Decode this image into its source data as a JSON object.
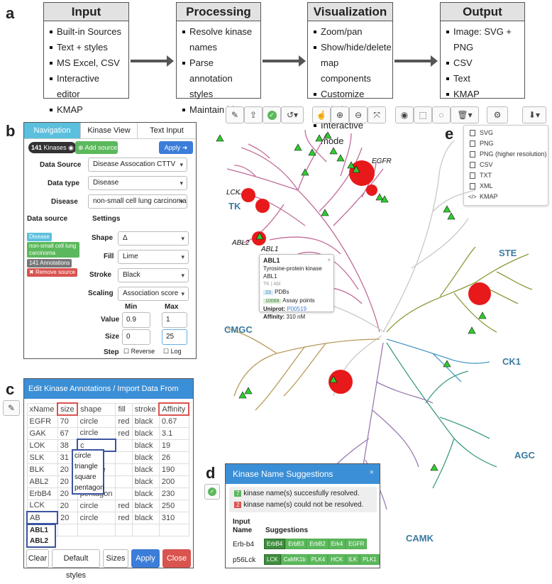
{
  "panel_labels": {
    "a": "a",
    "b": "b",
    "c": "c",
    "d": "d",
    "e": "e"
  },
  "pipeline": [
    {
      "title": "Input",
      "items": [
        "Built-in Sources",
        "Text + styles",
        "MS Excel, CSV",
        "Interactive editor",
        "KMAP"
      ]
    },
    {
      "title": "Processing",
      "items": [
        "Resolve kinase names",
        "Parse annotation styles",
        "Maintain history"
      ]
    },
    {
      "title": "Visualization",
      "items": [
        "Zoom/pan",
        "Show/hide/delete map components",
        "Customize Labels",
        "Interactive mode"
      ]
    },
    {
      "title": "Output",
      "items": [
        "Image: SVG + PNG",
        "CSV",
        "Text",
        "KMAP"
      ]
    }
  ],
  "nav": {
    "tabs": [
      "Navigation",
      "Kinase View",
      "Text Input"
    ],
    "count": "141",
    "kinases_label": "Kinases",
    "add_source": "Add source",
    "apply": "Apply",
    "data_source_label": "Data Source",
    "data_source_value": "Disease Assocation CTTV",
    "data_type_label": "Data type",
    "data_type_value": "Disease",
    "disease_label": "Disease",
    "disease_value": "non-small cell lung carcinoma",
    "col_data_source": "Data source",
    "col_settings": "Settings",
    "tag_disease": "Disease",
    "tag_name": "non-small cell lung carcinoma",
    "tag_annotations": "141 Annotations",
    "remove_source": "Remove source",
    "shape_label": "Shape",
    "shape_value": "Δ",
    "fill_label": "Fill",
    "fill_value": "Lime",
    "stroke_label": "Stroke",
    "stroke_value": "Black",
    "scaling_label": "Scaling",
    "scaling_value": "Association score",
    "min_label": "Min",
    "max_label": "Max",
    "value_label": "Value",
    "value_min": "0.9",
    "value_max": "1",
    "size_label": "Size",
    "size_min": "0",
    "size_max": "25",
    "step_label": "Step",
    "reverse_label": "Reverse",
    "log_label": "Log"
  },
  "editor": {
    "title": "Edit Kinase Annotations / Import Data From Excel",
    "headers": [
      "xName",
      "size",
      "shape",
      "fill",
      "stroke",
      "Affinity"
    ],
    "rows": [
      [
        "EGFR",
        "70",
        "circle",
        "red",
        "black",
        "0.67"
      ],
      [
        "GAK",
        "67",
        "circle",
        "red",
        "black",
        "3.1"
      ],
      [
        "LOK",
        "38",
        "c",
        "",
        "black",
        "19"
      ],
      [
        "SLK",
        "31",
        "circle",
        "",
        "black",
        "26"
      ],
      [
        "BLK",
        "20",
        "triangle",
        "",
        "black",
        "190"
      ],
      [
        "ABL2",
        "20",
        "square",
        "",
        "black",
        "200"
      ],
      [
        "ErbB4",
        "20",
        "pentagon",
        "",
        "black",
        "230"
      ],
      [
        "LCK",
        "20",
        "circle",
        "red",
        "black",
        "250"
      ],
      [
        "AB",
        "20",
        "circle",
        "red",
        "black",
        "310"
      ]
    ],
    "shape_options": [
      "circle",
      "triangle",
      "square",
      "pentagon"
    ],
    "name_suggest": [
      "ABL1",
      "ABL2"
    ],
    "buttons": [
      "Clear",
      "Default styles",
      "Sizes",
      "Apply",
      "Close"
    ]
  },
  "suggestions": {
    "title": "Kinase Name Suggestions",
    "resolved_count": "7",
    "resolved_text": "kinase name(s) succesfully resolved.",
    "unresolved_count": "2",
    "unresolved_text": "kinase name(s) could not be resolved.",
    "col_input": "Input Name",
    "col_sugg": "Suggestions",
    "rows": [
      {
        "name": "Erb-b4",
        "options": [
          "ErbB4",
          "ErbB3",
          "ErbB2",
          "Erk4",
          "EGFR"
        ]
      },
      {
        "name": "p56Lck",
        "options": [
          "LCK",
          "CaMK1b",
          "PLK4",
          "HCK",
          "ILK",
          "PLK1"
        ]
      }
    ]
  },
  "export_menu": [
    "SVG",
    "PNG",
    "PNG (higher resolution)",
    "CSV",
    "TXT",
    "XML",
    "KMAP"
  ],
  "tooltip": {
    "name": "ABL1",
    "full": "Tyrosine-protein kinase ABL1",
    "family": "TK | Abl",
    "pdb_count": "23",
    "pdb_label": "PDBs",
    "assay_count": "10068",
    "assay_label": "Assay points",
    "uniprot_label": "Uniprot:",
    "uniprot_id": "P00519",
    "affinity_label": "Affinity:",
    "affinity_value": "310 nM"
  },
  "tree_groups": [
    "TK",
    "STE",
    "CMGC",
    "CK1",
    "AGC",
    "CAMK"
  ],
  "kinase_labels": [
    "EGFR",
    "LCK",
    "ABL2",
    "ABL1"
  ],
  "colors": {
    "tk": "#c06c9a",
    "ste": "#8d9a3a",
    "cmgc": "#b89a5a",
    "ck1": "#4a9ac2",
    "agc": "#3e9a84",
    "camk": "#9a7ab0",
    "other": "#c8c8c8",
    "accent": "#3b8fd6",
    "green": "#5cb85c",
    "red": "#d9534f"
  }
}
